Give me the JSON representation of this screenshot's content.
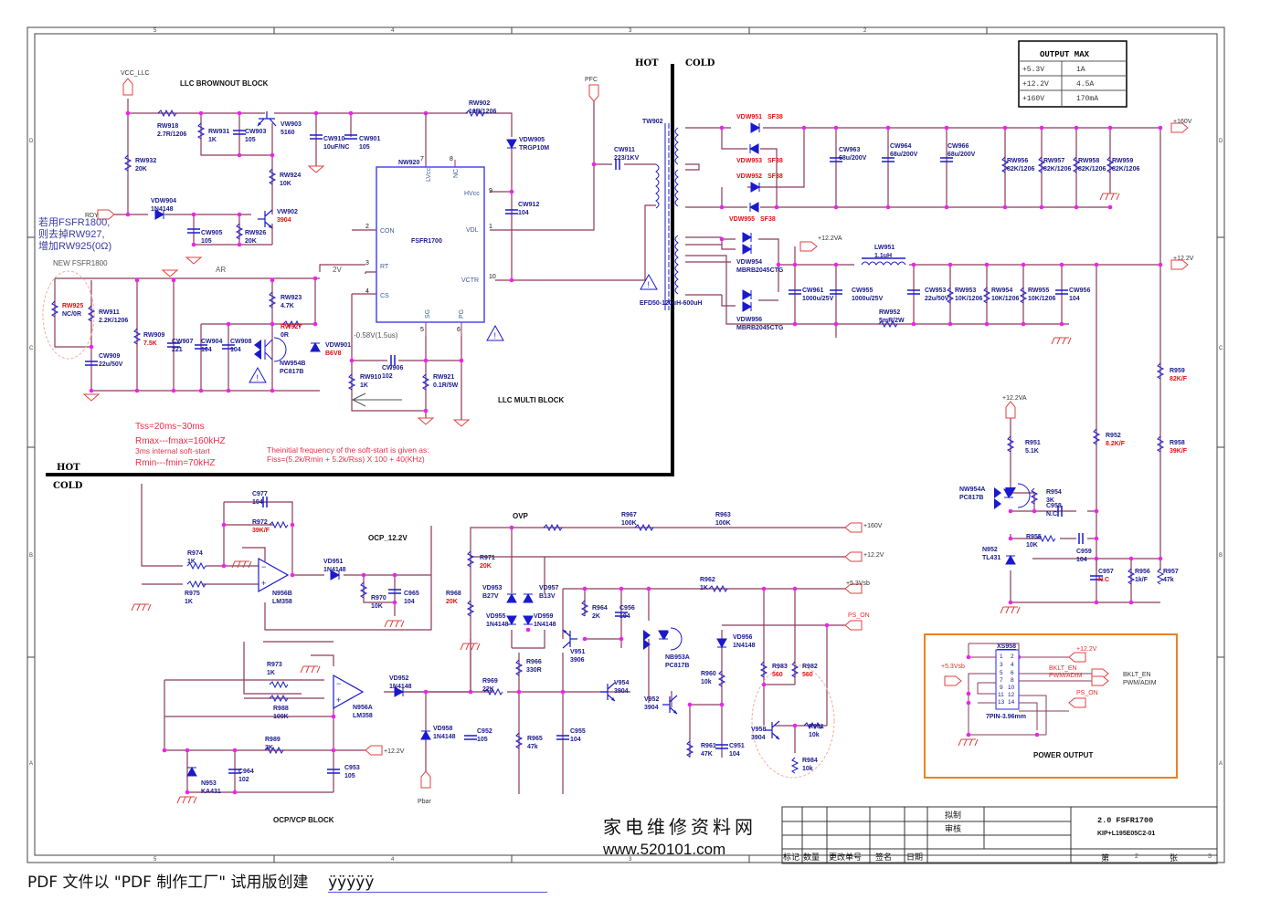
{
  "document": {
    "title_block": {
      "design_title": "2.0 FSFR1700",
      "drawing_number": "KIP+L195E05C2-01",
      "drafted_label": "拟制",
      "reviewed_label": "审核",
      "columns": [
        "标记",
        "数量",
        "更改单号",
        "签名",
        "日期"
      ],
      "sheet_label": "第",
      "sheet_number": "2",
      "total_label": "张",
      "total_sheets": "3"
    },
    "watermark": {
      "cn": "家电维修资料网",
      "url": "www.520101.com"
    },
    "footer": {
      "text": "PDF 文件以 \"PDF 制作工厂\" 试用版创建",
      "link": "ÿÿÿÿÿ"
    },
    "border_zones": {
      "top": [
        "5",
        "4",
        "3",
        "2"
      ],
      "bottom": [
        "5",
        "4",
        "3"
      ],
      "right": [
        "D",
        "C",
        "B",
        "A"
      ],
      "left": [
        "D",
        "C",
        "B",
        "A"
      ]
    }
  },
  "output_max_table": {
    "title": "OUTPUT MAX",
    "rows": [
      {
        "rail": "+5.3V",
        "current": "1A"
      },
      {
        "rail": "+12.2V",
        "current": "4.5A"
      },
      {
        "rail": "+160V",
        "current": "170mA"
      }
    ]
  },
  "isolation": {
    "hot": "HOT",
    "cold": "COLD"
  },
  "blocks": {
    "brownout": "LLC BROWNOUT BLOCK",
    "multi": "LLC MULTI BLOCK",
    "ocp12": "OCP_12.2V",
    "ovp": "OVP",
    "ocpvcp": "OCP/VCP BLOCK",
    "power_output": "POWER OUTPUT"
  },
  "notes": {
    "cn_note": [
      "若用FSFR1800,",
      "则去掉RW927,",
      "增加RW925(0Ω)"
    ],
    "new_part": "NEW FSFR1800",
    "ar": "AR",
    "v2": "2V",
    "v058": "-0.58V(1.5us)",
    "tss": "Tss=20ms~30ms",
    "rmax": "Rmax---fmax=160kHZ",
    "softstart": "3ms internal soft-start",
    "rmin": "Rmin---fmin=70kHZ",
    "fiss1": "Theinitial frequency of the soft-start is given as:",
    "fiss2": "Fiss=(5.2k/Rmin + 5.2k/Rss) X 100 + 40(KHz)"
  },
  "ports": {
    "vcc_llc": "VCC_LLC",
    "rdy": "RDY",
    "pfc": "PFC",
    "p160": "+160V",
    "p122": "+12.2V",
    "p122va": "+12.2VA",
    "p53vsb": "+5.3Vsb",
    "ps_on": "PS_ON",
    "pbar": "Pbar",
    "bklt_en": "BKLT_EN",
    "pwm_adim": "PWM/ADIM"
  },
  "ic": {
    "ref": "NW920",
    "part": "FSFR1700",
    "pins": {
      "lvcc": "LVcc",
      "nc": "NC",
      "hvcc": "HVcc",
      "con": "CON",
      "vdl": "VDL",
      "rt": "RT",
      "vctr": "VCTR",
      "cs": "CS",
      "sg": "SG",
      "pg": "PG"
    },
    "pin_numbers": {
      "lvcc": "7",
      "nc": "8",
      "hvcc": "9",
      "con": "2",
      "vdl": "1",
      "rt": "3",
      "vctr": "10",
      "cs": "4",
      "sg": "5",
      "pg": "6"
    }
  },
  "transformer": {
    "ref": "TW902",
    "spec": "EFD50-120uH-600uH"
  },
  "connector": {
    "ref": "XS958",
    "spec": "7PIN-3.96mm",
    "pins": [
      "1",
      "2",
      "3",
      "4",
      "5",
      "6",
      "7",
      "8",
      "9",
      "10",
      "11",
      "12",
      "13",
      "14"
    ]
  },
  "components": [
    {
      "ref": "RW918",
      "value": "2.7R/1206"
    },
    {
      "ref": "RW931",
      "value": "1K"
    },
    {
      "ref": "CW903",
      "value": "105"
    },
    {
      "ref": "VW903",
      "value": "5160"
    },
    {
      "ref": "CW910",
      "value": "10uF/NC"
    },
    {
      "ref": "CW901",
      "value": "105"
    },
    {
      "ref": "RW932",
      "value": "20K"
    },
    {
      "ref": "RW924",
      "value": "10K"
    },
    {
      "ref": "VDW904",
      "value": "1N4148"
    },
    {
      "ref": "VW902",
      "value": "3904"
    },
    {
      "ref": "CW905",
      "value": "105"
    },
    {
      "ref": "RW926",
      "value": "20K"
    },
    {
      "ref": "RW902",
      "value": "10R/1206"
    },
    {
      "ref": "VDW905",
      "value": "TRGP10M"
    },
    {
      "ref": "CW912",
      "value": "104"
    },
    {
      "ref": "CW911",
      "value": "223/1KV"
    },
    {
      "ref": "RW925",
      "value": "NC/0R"
    },
    {
      "ref": "RW911",
      "value": "2.2K/1206"
    },
    {
      "ref": "CW909",
      "value": "22u/50V"
    },
    {
      "ref": "RW909",
      "value": "7.5K"
    },
    {
      "ref": "CW907",
      "value": "221"
    },
    {
      "ref": "CW904",
      "value": "104"
    },
    {
      "ref": "CW908",
      "value": "104"
    },
    {
      "ref": "RW923",
      "value": "4.7K"
    },
    {
      "ref": "RW927",
      "value": "0R"
    },
    {
      "ref": "NW954B",
      "value": "PC817B"
    },
    {
      "ref": "VDW901",
      "value": "B6V8"
    },
    {
      "ref": "CW906",
      "value": "102"
    },
    {
      "ref": "RW910",
      "value": "1K"
    },
    {
      "ref": "RW921",
      "value": "0.1R/5W"
    },
    {
      "ref": "VDW951",
      "value": "SF38"
    },
    {
      "ref": "VDW953",
      "value": "SF38"
    },
    {
      "ref": "VDW952",
      "value": "SF38"
    },
    {
      "ref": "VDW955",
      "value": "SF38"
    },
    {
      "ref": "CW963",
      "value": "68u/200V"
    },
    {
      "ref": "CW964",
      "value": "68u/200V"
    },
    {
      "ref": "CW966",
      "value": "68u/200V"
    },
    {
      "ref": "RW956",
      "value": "82K/1206"
    },
    {
      "ref": "RW957",
      "value": "82K/1206"
    },
    {
      "ref": "RW958",
      "value": "82K/1206"
    },
    {
      "ref": "RW959",
      "value": "82K/1206"
    },
    {
      "ref": "VDW954",
      "value": "MBRB2045CTG"
    },
    {
      "ref": "VDW956",
      "value": "MBRB2045CTG"
    },
    {
      "ref": "CW961",
      "value": "1000u/25V"
    },
    {
      "ref": "CW955",
      "value": "1000u/25V"
    },
    {
      "ref": "LW951",
      "value": "1.1uH"
    },
    {
      "ref": "RW952",
      "value": "5mR/2W"
    },
    {
      "ref": "CW953",
      "value": "22u/50V"
    },
    {
      "ref": "RW953",
      "value": "10K/1206"
    },
    {
      "ref": "RW954",
      "value": "10K/1206"
    },
    {
      "ref": "RW955",
      "value": "10K/1206"
    },
    {
      "ref": "CW956",
      "value": "104"
    },
    {
      "ref": "R959",
      "value": "82K/F"
    },
    {
      "ref": "R958",
      "value": "39K/F"
    },
    {
      "ref": "R952",
      "value": "8.2K/F"
    },
    {
      "ref": "R951",
      "value": "5.1K"
    },
    {
      "ref": "NW954A",
      "value": "PC817B"
    },
    {
      "ref": "R954",
      "value": "3K"
    },
    {
      "ref": "C958",
      "value": "N.C"
    },
    {
      "ref": "R955",
      "value": "10K"
    },
    {
      "ref": "C959",
      "value": "104"
    },
    {
      "ref": "N952",
      "value": "TL431"
    },
    {
      "ref": "C957",
      "value": "N.C"
    },
    {
      "ref": "R956",
      "value": "1k/F"
    },
    {
      "ref": "R957",
      "value": "47k"
    },
    {
      "ref": "C977",
      "value": "104"
    },
    {
      "ref": "R972",
      "value": "39K/F"
    },
    {
      "ref": "R974",
      "value": "1K"
    },
    {
      "ref": "R975",
      "value": "1K"
    },
    {
      "ref": "N956B",
      "value": "LM358"
    },
    {
      "ref": "VD951",
      "value": "1N4148"
    },
    {
      "ref": "R970",
      "value": "10K"
    },
    {
      "ref": "C965",
      "value": "104"
    },
    {
      "ref": "R967",
      "value": "100K"
    },
    {
      "ref": "R963",
      "value": "100K"
    },
    {
      "ref": "R971",
      "value": "20K"
    },
    {
      "ref": "R968",
      "value": "20K"
    },
    {
      "ref": "VD953",
      "value": "B27V"
    },
    {
      "ref": "VD957",
      "value": "B13V"
    },
    {
      "ref": "VD955",
      "value": "1N4148"
    },
    {
      "ref": "VD959",
      "value": "1N4148"
    },
    {
      "ref": "R962",
      "value": "1K"
    },
    {
      "ref": "R964",
      "value": "2K"
    },
    {
      "ref": "C956",
      "value": "104"
    },
    {
      "ref": "V951",
      "value": "3906"
    },
    {
      "ref": "NB953A",
      "value": "PC817B"
    },
    {
      "ref": "VD956",
      "value": "1N4148"
    },
    {
      "ref": "R983",
      "value": "560"
    },
    {
      "ref": "R982",
      "value": "560"
    },
    {
      "ref": "R966",
      "value": "330R"
    },
    {
      "ref": "R969",
      "value": "22K"
    },
    {
      "ref": "V954",
      "value": "3904"
    },
    {
      "ref": "V952",
      "value": "3904"
    },
    {
      "ref": "R960",
      "value": "10k"
    },
    {
      "ref": "V958",
      "value": "3904"
    },
    {
      "ref": "R981",
      "value": "10k"
    },
    {
      "ref": "R984",
      "value": "10k"
    },
    {
      "ref": "C952",
      "value": "105"
    },
    {
      "ref": "R965",
      "value": "47k"
    },
    {
      "ref": "C955",
      "value": "104"
    },
    {
      "ref": "R961",
      "value": "47K"
    },
    {
      "ref": "C951",
      "value": "104"
    },
    {
      "ref": "R973",
      "value": "1K"
    },
    {
      "ref": "R988",
      "value": "100K"
    },
    {
      "ref": "N956A",
      "value": "LM358"
    },
    {
      "ref": "VD952",
      "value": "1N4148"
    },
    {
      "ref": "VD958",
      "value": "1N4148"
    },
    {
      "ref": "R989",
      "value": "3K"
    },
    {
      "ref": "N953",
      "value": "KA431"
    },
    {
      "ref": "C964",
      "value": "102"
    },
    {
      "ref": "C953",
      "value": "105"
    }
  ]
}
